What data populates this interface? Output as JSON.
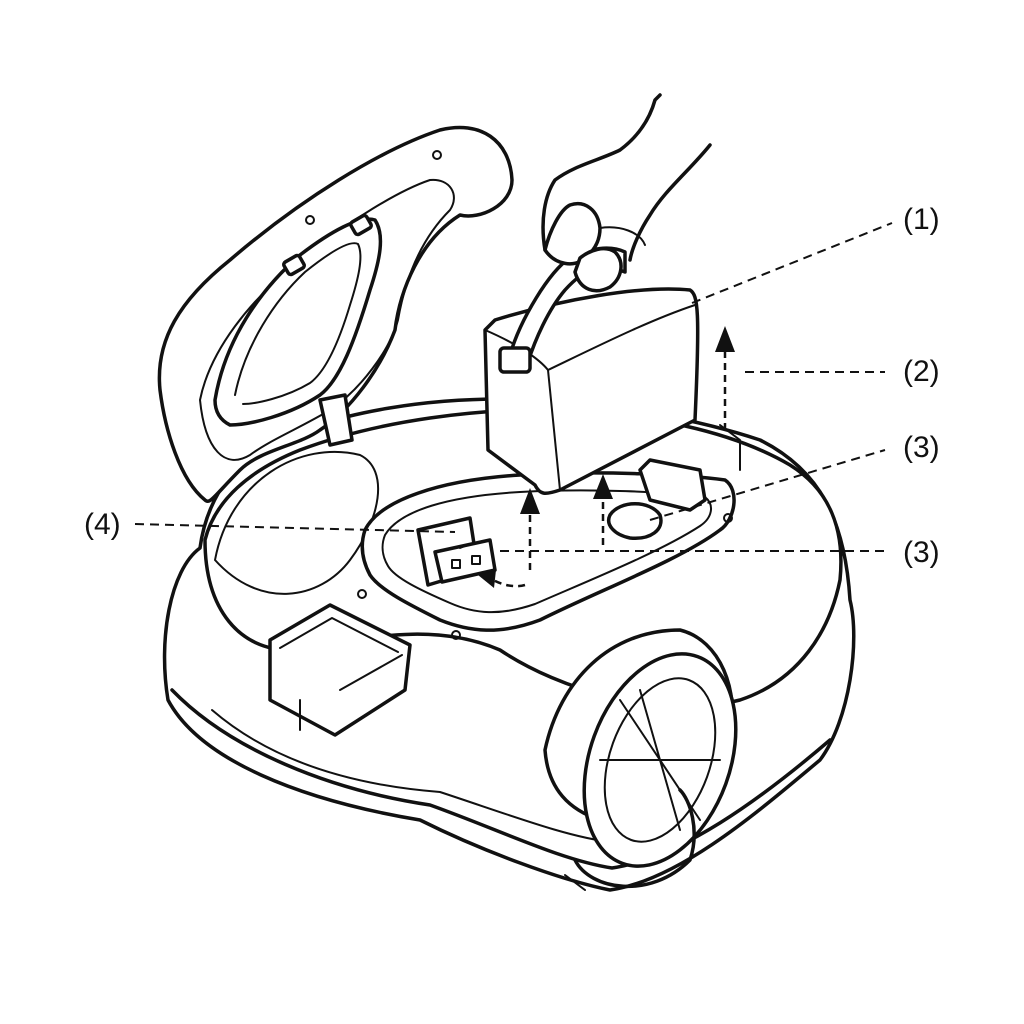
{
  "callouts": {
    "battery": "(1)",
    "lift_direction": "(2)",
    "holder_upper": "(3)",
    "holder_lower": "(3)",
    "connector": "(4)"
  },
  "colors": {
    "line": "#111111",
    "background": "#ffffff"
  }
}
